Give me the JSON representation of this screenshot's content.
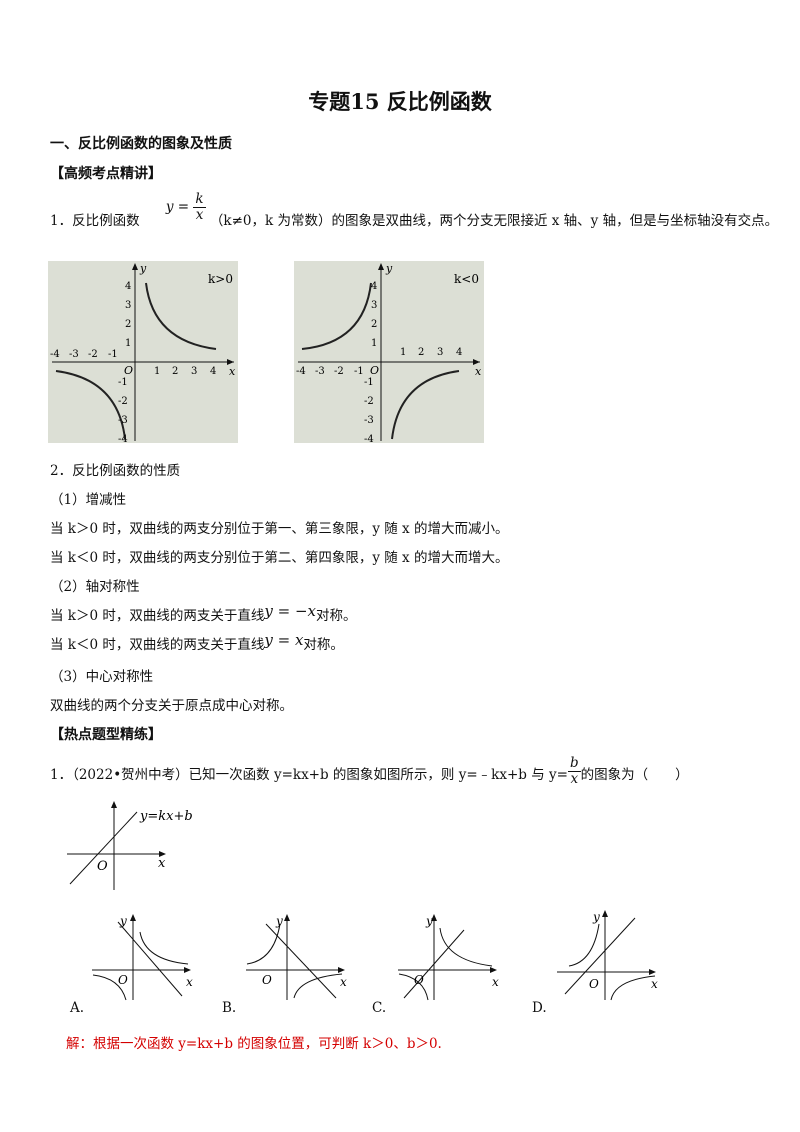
{
  "title": "专题15  反比例函数",
  "section1": "一、反比例函数的图象及性质",
  "subhead1": "【高频考点精讲】",
  "p1": {
    "num": "1．反比例函数",
    "formula_lhs": "y =",
    "formula_num": "k",
    "formula_den": "x",
    "rest": "（k≠0，k 为常数）的图象是双曲线，两个分支无限接近 x 轴、y 轴，但是与坐标轴没有交点。"
  },
  "graph_left": {
    "label": "k>0",
    "xlabel": "x",
    "ylabel": "y",
    "origin": "O",
    "xticks_pos": [
      "1",
      "2",
      "3",
      "4"
    ],
    "xticks_neg": [
      "-4",
      "-3",
      "-2",
      "-1"
    ],
    "yticks_pos": [
      "4",
      "3",
      "2",
      "1"
    ],
    "yticks_neg": [
      "-1",
      "-2",
      "-3",
      "-4"
    ]
  },
  "graph_right": {
    "label": "k<0",
    "xlabel": "x",
    "ylabel": "y",
    "origin": "O",
    "xticks_pos": [
      "1",
      "2",
      "3",
      "4"
    ],
    "xticks_neg": [
      "-4",
      "-3",
      "-2",
      "-1"
    ],
    "yticks_pos": [
      "4",
      "3",
      "2",
      "1"
    ],
    "yticks_neg": [
      "-1",
      "-2",
      "-3",
      "-4"
    ]
  },
  "p2": "2．反比例函数的性质",
  "s1": "（1）增减性",
  "l1": "当 k＞0 时，双曲线的两支分别位于第一、第三象限，y 随 x 的增大而减小。",
  "l2": "当 k＜0 时，双曲线的两支分别位于第二、第四象限，y 随 x 的增大而增大。",
  "s2": "（2）轴对称性",
  "l3a": "当 k＞0 时，双曲线的两支关于直线",
  "l3f": "y = −x",
  "l3b": "对称。",
  "l4a": "当 k＜0 时，双曲线的两支关于直线",
  "l4f": "y = x",
  "l4b": "对称。",
  "s3": "（3）中心对称性",
  "l5": "双曲线的两个分支关于原点成中心对称。",
  "subhead2": "【热点题型精练】",
  "q1": {
    "a": "1．（2022•贺州中考）已知一次函数 y=kx+b 的图象如图所示，则 y=﹣kx+b 与 y=",
    "frac_num": "b",
    "frac_den": "x",
    "b": "的图象为（　　）"
  },
  "fig_line_label": "y=kx+b",
  "fig_x": "x",
  "fig_o": "O",
  "options": [
    {
      "letter": "A.",
      "y": "y",
      "x": "x",
      "o": "O"
    },
    {
      "letter": "B.",
      "y": "y",
      "x": "x",
      "o": "O"
    },
    {
      "letter": "C.",
      "y": "y",
      "x": "x",
      "o": "O"
    },
    {
      "letter": "D.",
      "y": "y",
      "x": "x",
      "o": "O"
    }
  ],
  "solution": "解：根据一次函数 y=kx+b 的图象位置，可判断 k＞0、b＞0."
}
